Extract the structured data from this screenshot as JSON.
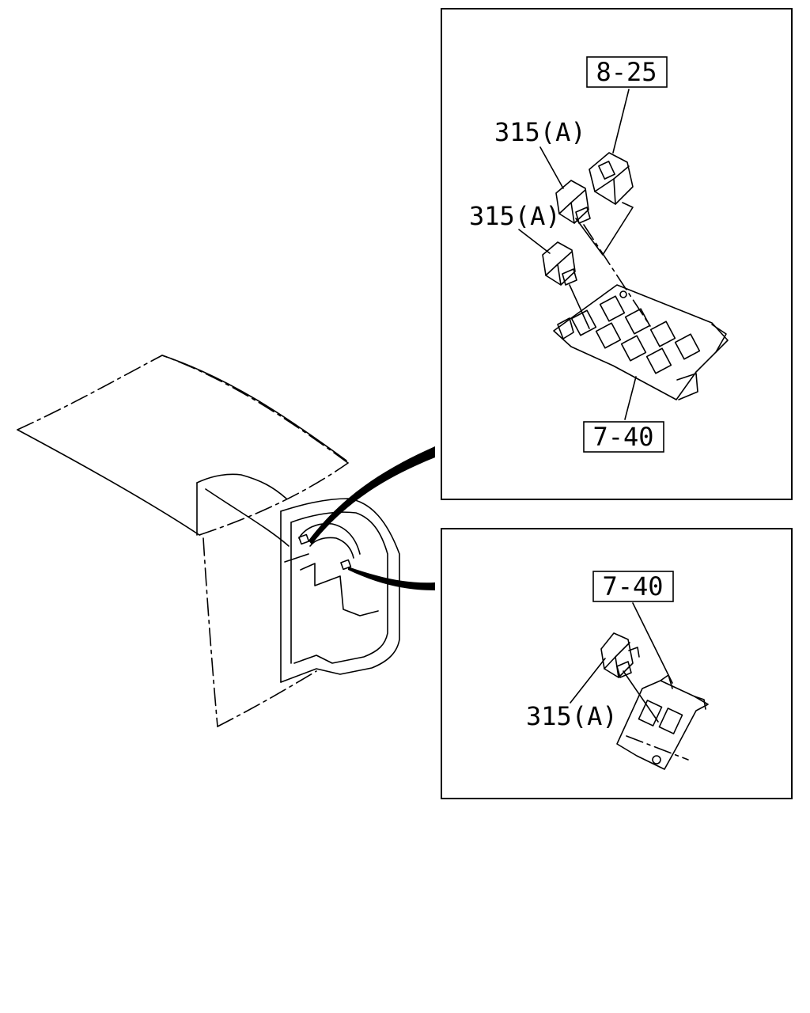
{
  "callouts": {
    "top_panel": {
      "ref_8_25": "8-25",
      "ref_315a_upper": "315(A)",
      "ref_315a_lower": "315(A)",
      "ref_7_40": "7-40"
    },
    "bottom_panel": {
      "ref_7_40": "7-40",
      "ref_315a": "315(A)"
    }
  }
}
